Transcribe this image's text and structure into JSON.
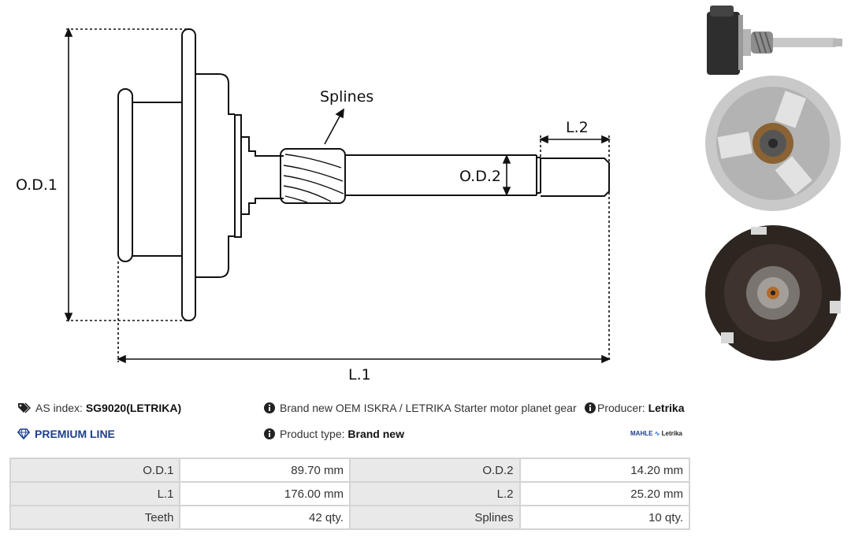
{
  "drawing": {
    "labels": {
      "od1": "O.D.1",
      "od2": "O.D.2",
      "l1": "L.1",
      "l2": "L.2",
      "splines": "Splines"
    }
  },
  "info": {
    "as_index_label": "AS index:",
    "as_index_value": "SG9020(LETRIKA)",
    "description": "Brand new OEM ISKRA / LETRIKA Starter motor planet gear",
    "producer_label": "Producer:",
    "producer_value": "Letrika",
    "premium_line": "PREMIUM LINE",
    "product_type_label": "Product type:",
    "product_type_value": "Brand new",
    "logo_mahle": "MAHLE",
    "logo_letrika": "Letrika"
  },
  "specs": [
    {
      "label1": "O.D.1",
      "value1": "89.70 mm",
      "label2": "O.D.2",
      "value2": "14.20 mm"
    },
    {
      "label1": "L.1",
      "value1": "176.00 mm",
      "label2": "L.2",
      "value2": "25.20 mm"
    },
    {
      "label1": "Teeth",
      "value1": "42 qty.",
      "label2": "Splines",
      "value2": "10 qty."
    }
  ],
  "icons": {
    "tag": "tags-icon",
    "info": "info-circle-icon",
    "premium": "diamond-icon"
  },
  "colors": {
    "premium": "#1d3f8f",
    "table_label_bg": "#e9e9e9",
    "table_border": "#d4d4d4"
  }
}
